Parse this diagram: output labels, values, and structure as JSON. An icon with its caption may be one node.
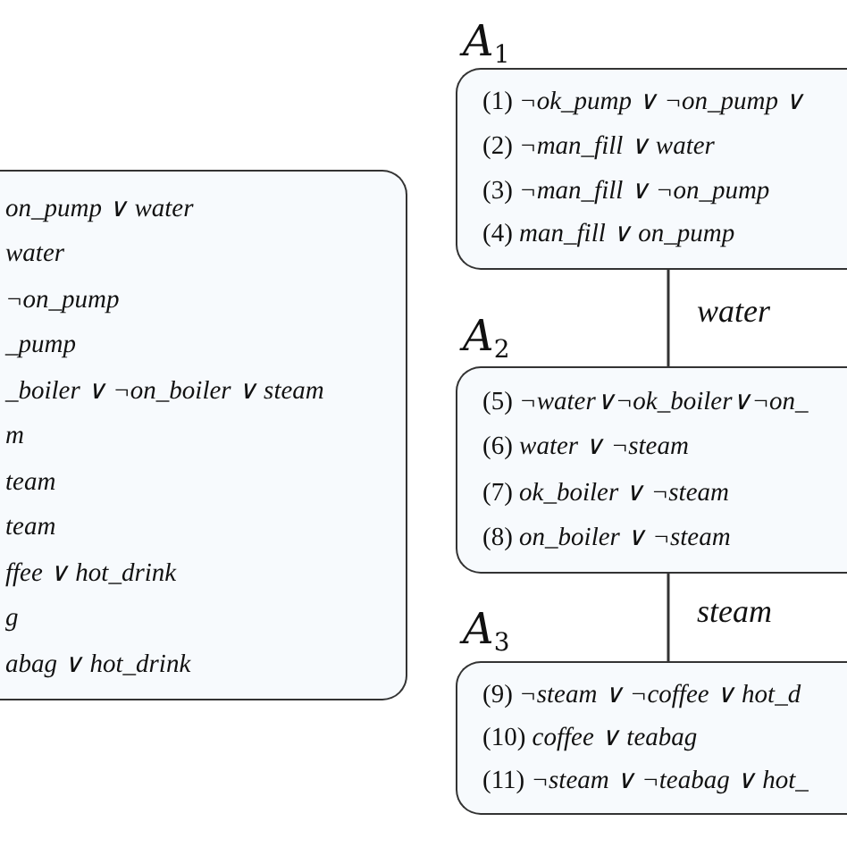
{
  "diagram": {
    "nodes": [
      {
        "text": [
          "on_pump ∨ water",
          "water",
          "¬on_pump",
          "_pump",
          "_boiler ∨ ¬on_boiler ∨ steam",
          "m",
          "team",
          "team",
          "ffee ∨ hot_drink",
          "g",
          "abag ∨ hot_drink"
        ]
      },
      {
        "text": [
          "A$_{1}$",
          "(1) *¬ok_pump ∨ ¬on_pump ∨*",
          "(2) *¬man_fill ∨ water*",
          "(3) *¬man_fill ∨ ¬on_pump*",
          "(4) *man_fill ∨ on_pump*"
        ]
      },
      {
        "text": [
          "A$_{2}$",
          "(5) *¬water∨¬ok_boiler∨¬on_*",
          "(6) *water ∨ ¬steam*",
          "(7) *ok_boiler ∨ ¬steam*",
          "(8) *on_boiler ∨ ¬steam*"
        ]
      },
      {
        "text": [
          "A$_{3}$",
          "(9) *¬steam ∨ ¬coffee ∨ hot_d*",
          "(10) *coffee ∨ teabag*",
          "(11) *¬steam ∨ ¬teabag ∨ hot_*"
        ]
      }
    ],
    "edges": [
      {
        "from": 1,
        "to": 2,
        "arrow": "none",
        "label": "water"
      },
      {
        "from": 2,
        "to": 3,
        "arrow": "none",
        "label": "steam"
      }
    ]
  }
}
